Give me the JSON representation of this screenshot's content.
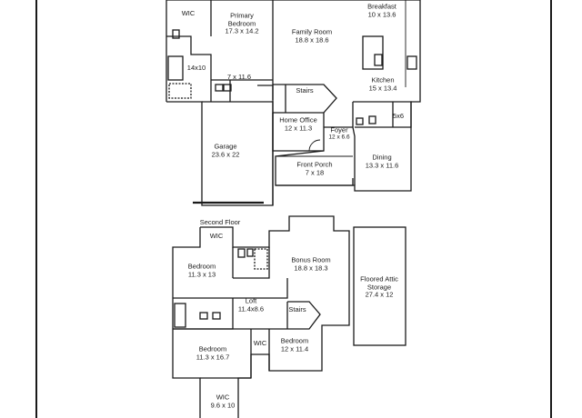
{
  "floor_plan": {
    "first_floor_rooms": [
      {
        "key": "wic_main",
        "name": "WIC",
        "dims": ""
      },
      {
        "key": "primary_bedroom",
        "name": "Primary\nBedroom",
        "dims": "17.3 x 14.2"
      },
      {
        "key": "family_room",
        "name": "Family Room",
        "dims": "18.8 x 18.6"
      },
      {
        "key": "breakfast",
        "name": "Breakfast",
        "dims": "10 x 13.6"
      },
      {
        "key": "primary_bath",
        "name": "14x10",
        "dims": ""
      },
      {
        "key": "hall_7x11",
        "name": "7 x 11.6",
        "dims": ""
      },
      {
        "key": "stairs_main",
        "name": "Stairs",
        "dims": ""
      },
      {
        "key": "kitchen",
        "name": "Kitchen",
        "dims": "15 x 13.4"
      },
      {
        "key": "pantry",
        "name": "5x6",
        "dims": ""
      },
      {
        "key": "home_office",
        "name": "Home Office",
        "dims": "12 x 11.3"
      },
      {
        "key": "foyer",
        "name": "Foyer",
        "dims": "12 x 6.6"
      },
      {
        "key": "garage",
        "name": "Garage",
        "dims": "23.6 x 22"
      },
      {
        "key": "dining",
        "name": "Dining",
        "dims": "13.3 x 11.6"
      },
      {
        "key": "front_porch",
        "name": "Front Porch",
        "dims": "7 x 18"
      }
    ],
    "second_floor_title": "Second Floor",
    "second_floor_rooms": [
      {
        "key": "wic_up",
        "name": "WIC",
        "dims": ""
      },
      {
        "key": "bonus_room",
        "name": "Bonus Room",
        "dims": "18.8 x 18.3"
      },
      {
        "key": "bedroom_a",
        "name": "Bedroom",
        "dims": "11.3 x 13"
      },
      {
        "key": "attic",
        "name": "Floored Attic\nStorage",
        "dims": "27.4 x 12"
      },
      {
        "key": "loft",
        "name": "Loft",
        "dims": "11.4x8.6"
      },
      {
        "key": "stairs_up",
        "name": "Stairs",
        "dims": ""
      },
      {
        "key": "bedroom_b",
        "name": "Bedroom",
        "dims": "11.3 x 16.7"
      },
      {
        "key": "wic_mid",
        "name": "WIC",
        "dims": ""
      },
      {
        "key": "bedroom_c",
        "name": "Bedroom",
        "dims": "12 x 11.4"
      },
      {
        "key": "wic_bottom",
        "name": "WIC",
        "dims": "9.6 x 10"
      }
    ]
  }
}
